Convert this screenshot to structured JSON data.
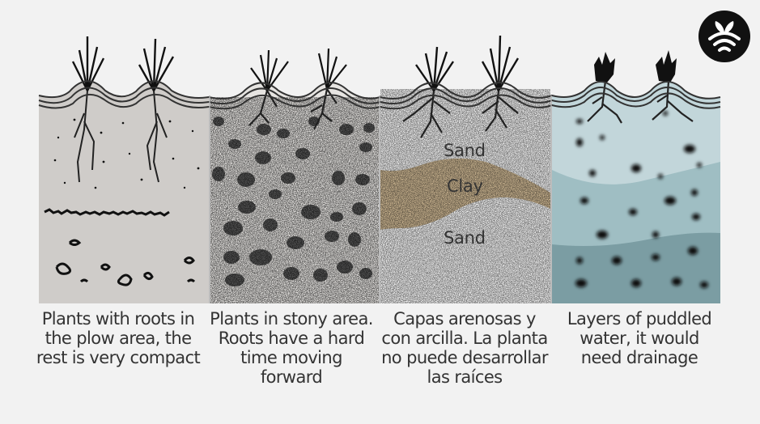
{
  "panels": [
    {
      "id": "plow",
      "caption": [
        "Plants with roots in",
        "the plow area, the",
        "rest is very compact"
      ]
    },
    {
      "id": "stony",
      "caption": [
        "Plants in stony area.",
        "Roots have a hard",
        "time moving",
        "forward"
      ]
    },
    {
      "id": "sand-clay",
      "caption": [
        "Capas arenosas y",
        "con arcilla. La planta",
        "no puede desarrollar",
        "las raíces"
      ],
      "layers": {
        "top": "Sand",
        "middle": "Clay",
        "bottom": "Sand"
      }
    },
    {
      "id": "water",
      "caption": [
        "Layers of puddled",
        "water, it would",
        "need drainage"
      ]
    }
  ],
  "colors": {
    "background": "#f2f2f2",
    "compact_soil": "#cfccc9",
    "stony_soil": "#e6e4e1",
    "sand": "#eeeeee",
    "clay": "#c9b38f",
    "water_light": "#c2d6da",
    "water_mid": "#9fbec3",
    "water_dark": "#7b9da3",
    "ink": "#111111"
  },
  "logo": {
    "icon": "sprout-wifi-icon"
  }
}
